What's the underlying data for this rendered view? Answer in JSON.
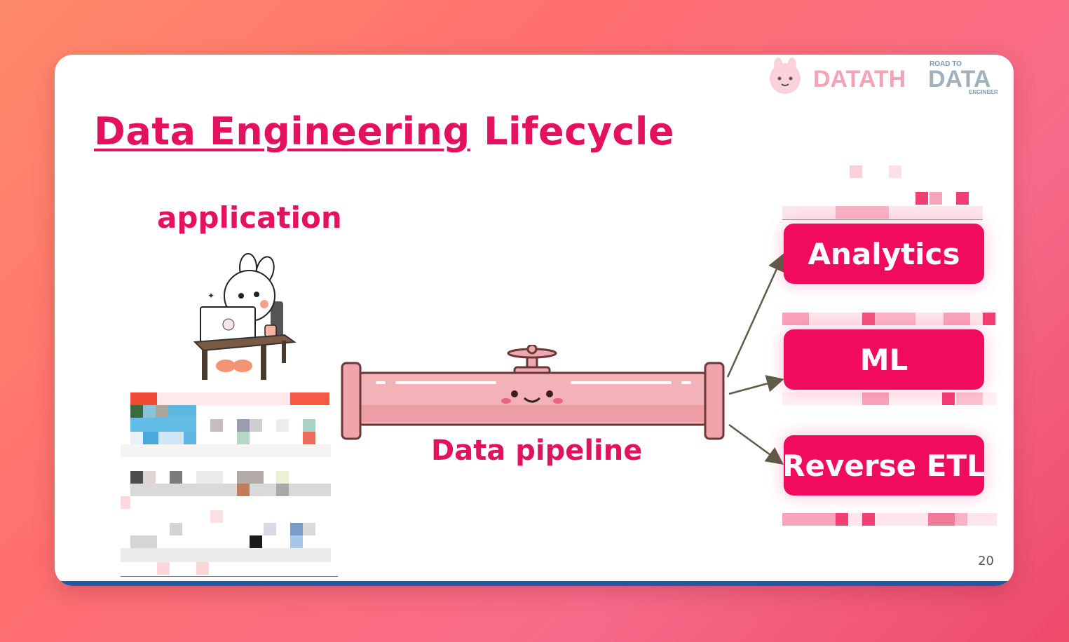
{
  "slide": {
    "title_part1": "Data Engineering",
    "title_part2": "Lifecycle",
    "page_number": "20"
  },
  "labels": {
    "application": "application",
    "pipeline": "Data pipeline"
  },
  "outputs": [
    {
      "label": "Analytics"
    },
    {
      "label": "ML"
    },
    {
      "label": "Reverse ETL"
    }
  ],
  "logos": {
    "datath_text": "DATATH",
    "road_to": "ROAD TO",
    "data": "DATA",
    "engineer": "ENGINEER"
  },
  "colors": {
    "accent": "#e4115f",
    "button": "#f10b5c",
    "bottom_bar": "#1f5aa8"
  }
}
